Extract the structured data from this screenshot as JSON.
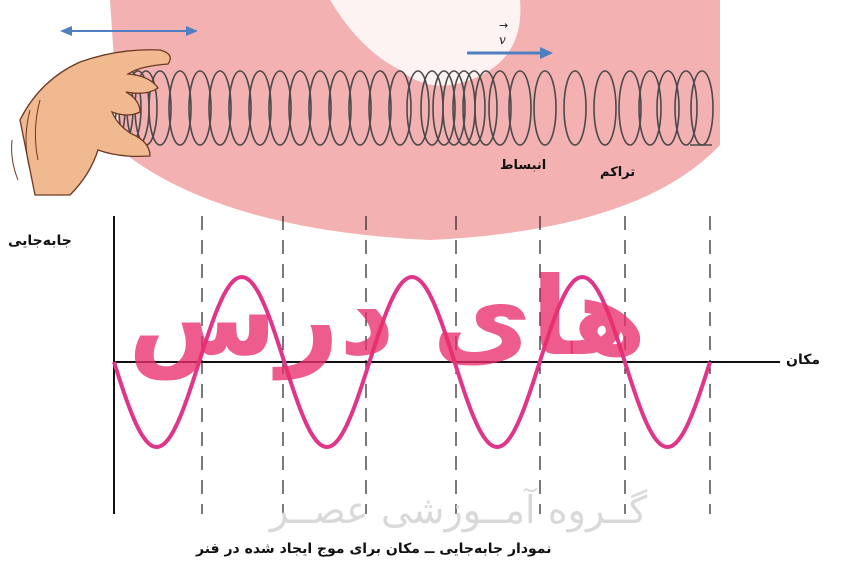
{
  "labels": {
    "displacement": "جابه‌جایی",
    "position": "مکان",
    "rarefaction": "انبساط",
    "compression": "تراکم",
    "velocity": "v",
    "velocity_arrow": "→"
  },
  "caption": "نمودار جابه‌جایی ــ مکان برای موج ایجاد شده در فنر",
  "watermark": {
    "main": "های درس",
    "sub": "گــروه آمــوزشی عصــر"
  },
  "colors": {
    "wave": "#e0368a",
    "spring": "#4a4a4a",
    "arrow": "#4f7fc1",
    "watermark_shape": "#f2b3b3",
    "dashed": "#222222",
    "axis": "#111111"
  },
  "icons": {
    "hand": "hand-icon",
    "spring": "spring-coil",
    "arrow_left_right": "double-arrow-icon",
    "arrow_right": "arrow-right-icon"
  }
}
